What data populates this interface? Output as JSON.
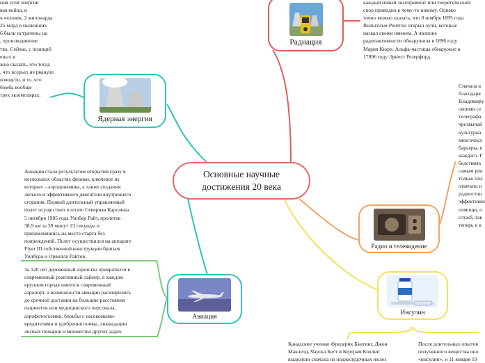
{
  "central": {
    "line1": "Основные научные",
    "line2": "достижения 20 века"
  },
  "topics": {
    "radiation": {
      "label": "Радиация",
      "image_icon": "nuclear-plant-dosimeter"
    },
    "nuclear": {
      "label": "Ядерная энергия",
      "image_icon": "cooling-towers"
    },
    "radio": {
      "label": "Радио и телевидение",
      "image_icon": "vintage-radio"
    },
    "insulin": {
      "label": "Инсулин",
      "image_icon": "insulin-vial-syringe"
    },
    "aviation": {
      "label": "Авиация",
      "image_icon": "jet-airplane"
    }
  },
  "notes": {
    "nuclear": [
      "ния этой энергии",
      "вая война, и",
      "ч человек, 2 миллиарда",
      "25 млрд в нынешних",
      "6 были истрачены на",
      ", производившие",
      "тво. Сейчас, с позиций",
      "еных и",
      "жно сказать, что тогда",
      ", что всерьез не рвануло",
      "изводств, и то, что",
      " бомба вообще",
      "трех экземплярах."
    ],
    "radiation": [
      "каждый новый эксперимент или теоретический",
      "спор приводил к чему-то новому. Однако",
      "точно можно сказать, что 8 ноября 1895 года",
      "Вильгельм Рентген открыл лучи, которые",
      "назвал своим именем. А явление",
      "радиоактивности обнаружила в 1896 году",
      "Мария Кюри. Альфа-частицы обнаружил в",
      "17896 году Эрнест Резерфорд."
    ],
    "radio": [
      "Сначала в",
      "благодаря",
      "Владимиру",
      "своими се",
      "телеграфа",
      "чрезвычай",
      "культурна",
      "многочисл",
      "барьеры, п",
      "каждого. Г",
      "бедствиях",
      "самым рок",
      "только пол",
      "отвечать н",
      "радиостан",
      "эффективно",
      "помощи, п",
      "служб, так",
      "теперь и в"
    ],
    "aviation1": [
      "Авиация стала результатом открытий сразу в",
      "нескольких областях физики, ключевое из",
      "которых – аэродинамика, а также создания",
      "легкого и эффективного двигателя внутреннего",
      "сгорания. Первый длительный управляемый",
      "полет осуществил в штате Северная Каролина",
      "5 октября 1905 года Уилбер Райт, пролетев",
      "38,9 км за 39 минут 23 секунды и",
      "приземлившись на месте старта без",
      "повреждений. Полет осуществился на аппарате",
      "Flyer III собственной конструкции братьев",
      "Уилбура и Орвилла Райтов."
    ],
    "aviation2": [
      "За 120 лет деревянный аэроплан превратился в",
      "современный реактивный лайнер, в каждом",
      "крупном городе имеется современный",
      "аэропорт, а возможности авиации расширились",
      "до срочной доставки на большие расстояния",
      "пациентов или медицинского персонала,",
      "аэрофотосъемки, борьбы с насекомыми-",
      "вредителями и удобрения почвы, ликвидации",
      "лесных пожаров и множества других задач."
    ],
    "insulin1": [
      "Канадские ученые Фредерик Бантинг, Джон",
      "Маклеод, Чарльз Бест и Бертрам Коллип",
      "выделили сначала из поджелудочных желез"
    ],
    "insulin2": [
      "После длительных опытов",
      "полученного вещества оно",
      "«инсулин», и 11 января 19"
    ]
  },
  "colors": {
    "central": "#e46a6a",
    "radiation": "#e25c5c",
    "nuclear": "#2ec4b6",
    "radio": "#f4a261",
    "insulin": "#f2e25a",
    "aviation": "#2ec4b6",
    "aviation_notes": "#7fc97f"
  }
}
